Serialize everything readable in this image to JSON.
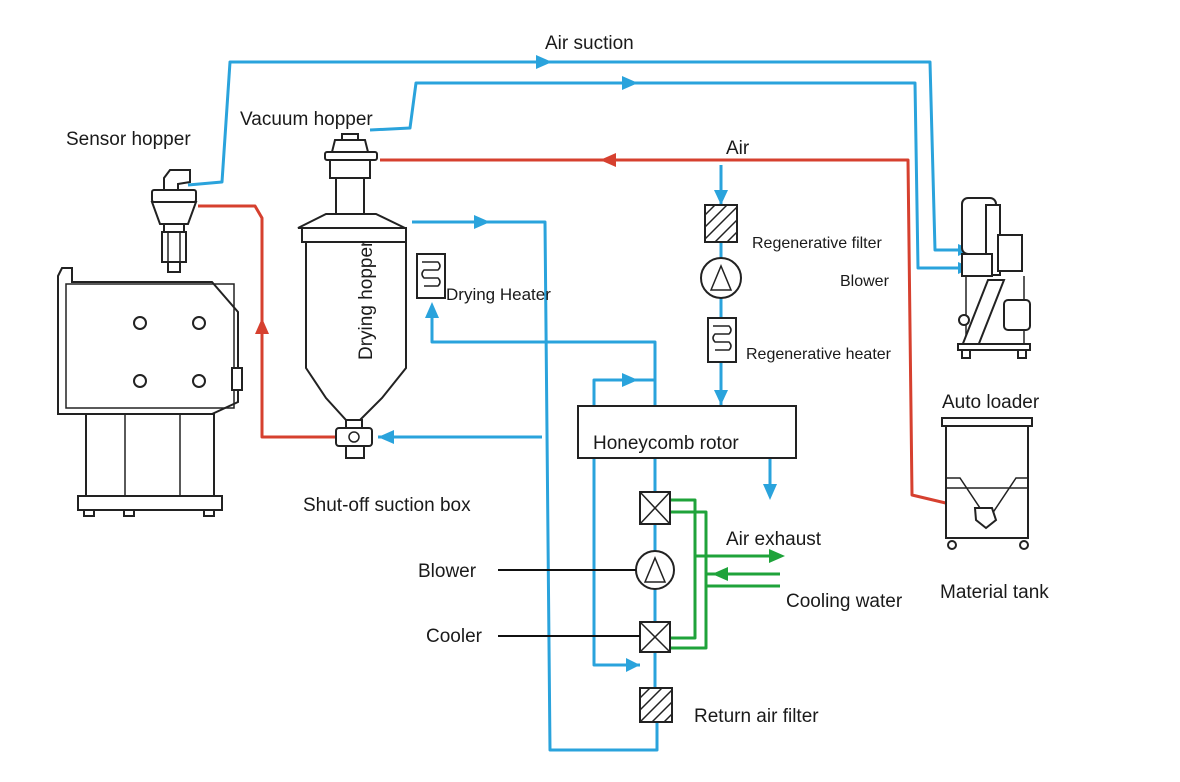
{
  "labels": {
    "air_suction": "Air suction",
    "sensor_hopper": "Sensor hopper",
    "vacuum_hopper": "Vacuum hopper",
    "air": "Air",
    "regenerative_filter": "Regenerative filter",
    "blower_top": "Blower",
    "drying_heater": "Drying Heater",
    "drying_hopper": "Drying hopper",
    "regenerative_heater": "Regenerative heater",
    "auto_loader": "Auto loader",
    "honeycomb_rotor": "Honeycomb rotor",
    "shut_off_suction_box": "Shut-off suction box",
    "air_exhaust": "Air exhaust",
    "blower": "Blower",
    "cooling_water": "Cooling water",
    "material_tank": "Material tank",
    "cooler": "Cooler",
    "return_air_filter": "Return air filter"
  },
  "colors": {
    "blue_line": "#2aa3dc",
    "red_line": "#d6402f",
    "green_line": "#1fa33a",
    "outline": "#222222"
  }
}
